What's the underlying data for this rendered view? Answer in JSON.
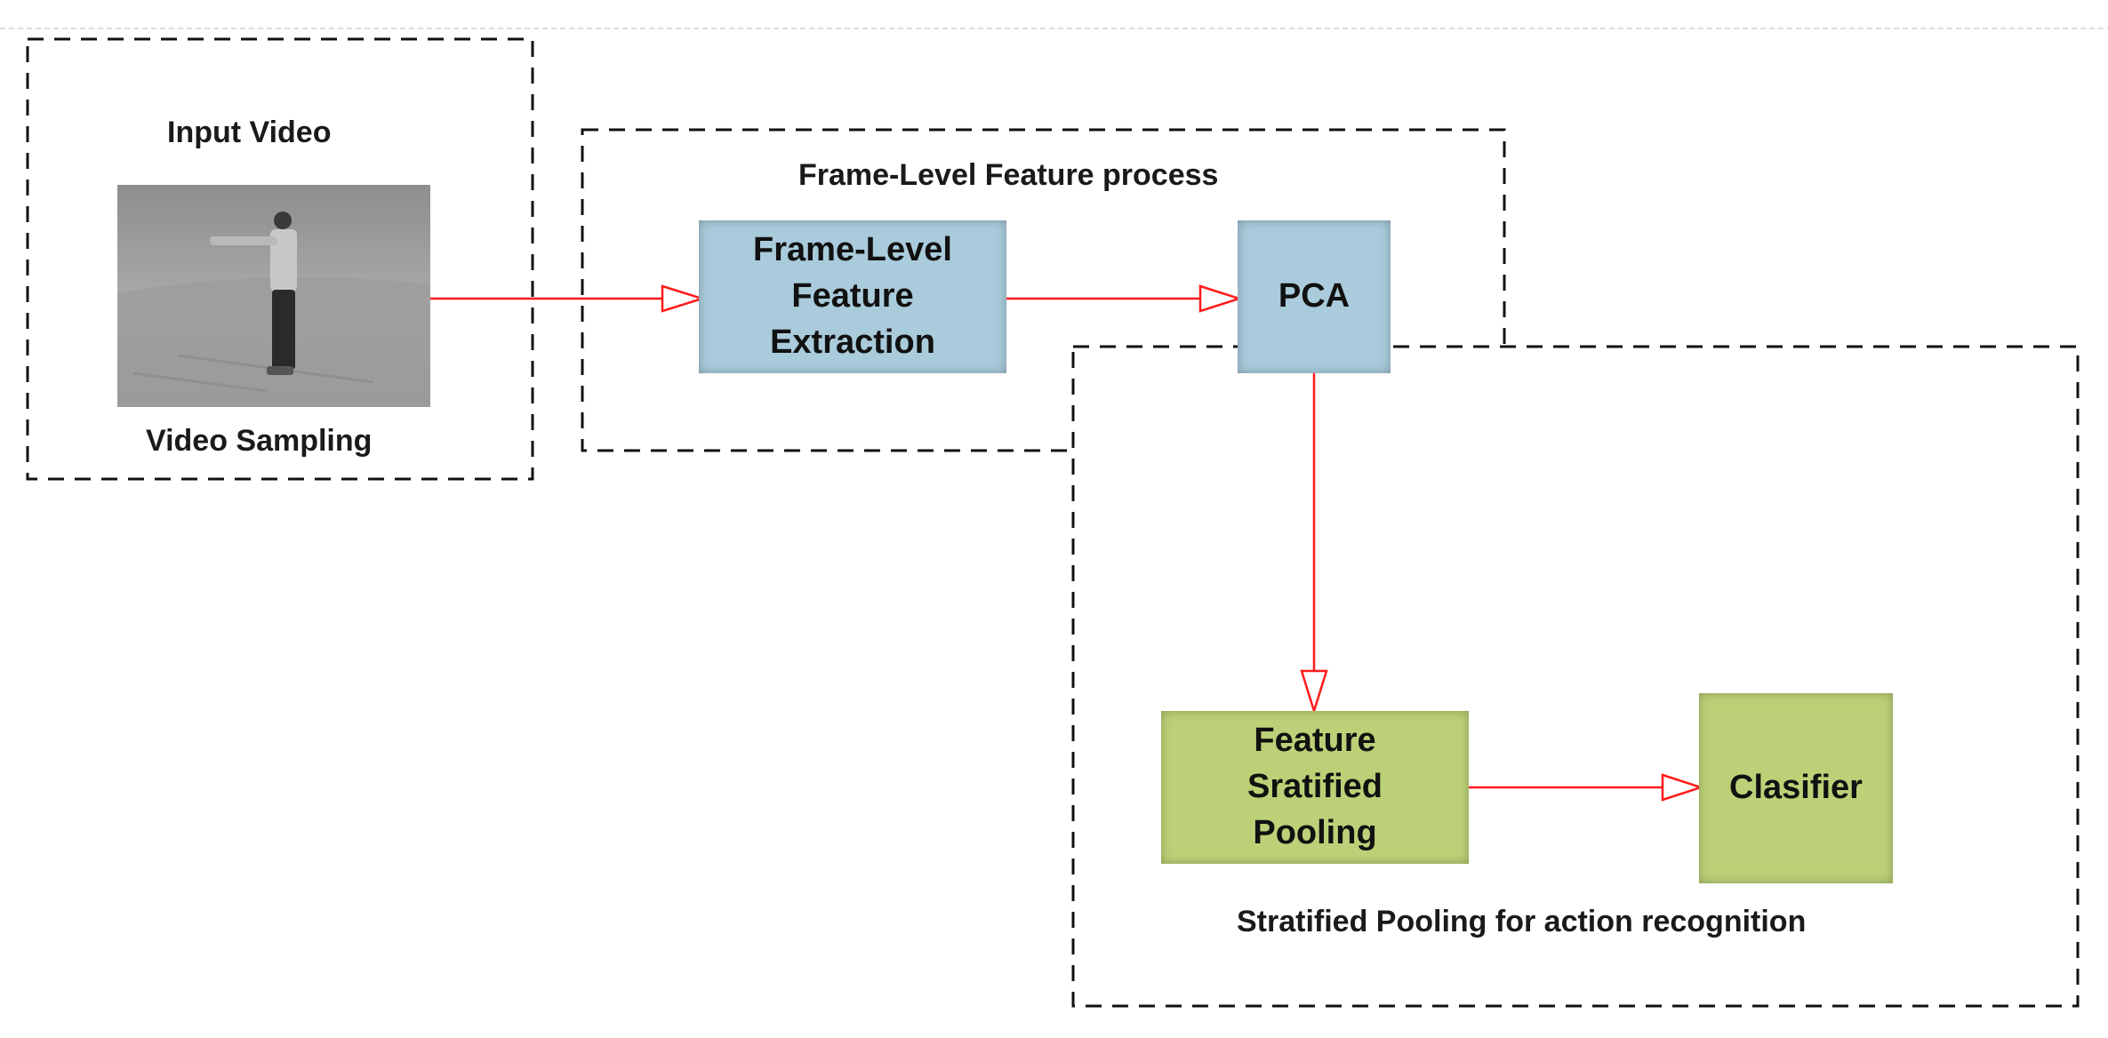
{
  "colors": {
    "arrow": "#ff1a1a",
    "blue_box": "#a9cbdb",
    "green_box": "#bcd177",
    "dashed_border": "#111111"
  },
  "groups": {
    "input": {
      "title": "Input Video",
      "caption": "Video Sampling"
    },
    "frame_level": {
      "title": "Frame-Level Feature process"
    },
    "stratified": {
      "title": "Stratified Pooling for action recognition"
    }
  },
  "nodes": {
    "extraction": {
      "lines": [
        "Frame-Level",
        "Feature",
        "Extraction"
      ]
    },
    "pca": {
      "label": "PCA"
    },
    "pooling": {
      "lines": [
        "Feature",
        "Sratified",
        "Pooling"
      ]
    },
    "classifier": {
      "label": "Clasifier"
    }
  },
  "image": {
    "icon": "person-pointing-photo"
  }
}
